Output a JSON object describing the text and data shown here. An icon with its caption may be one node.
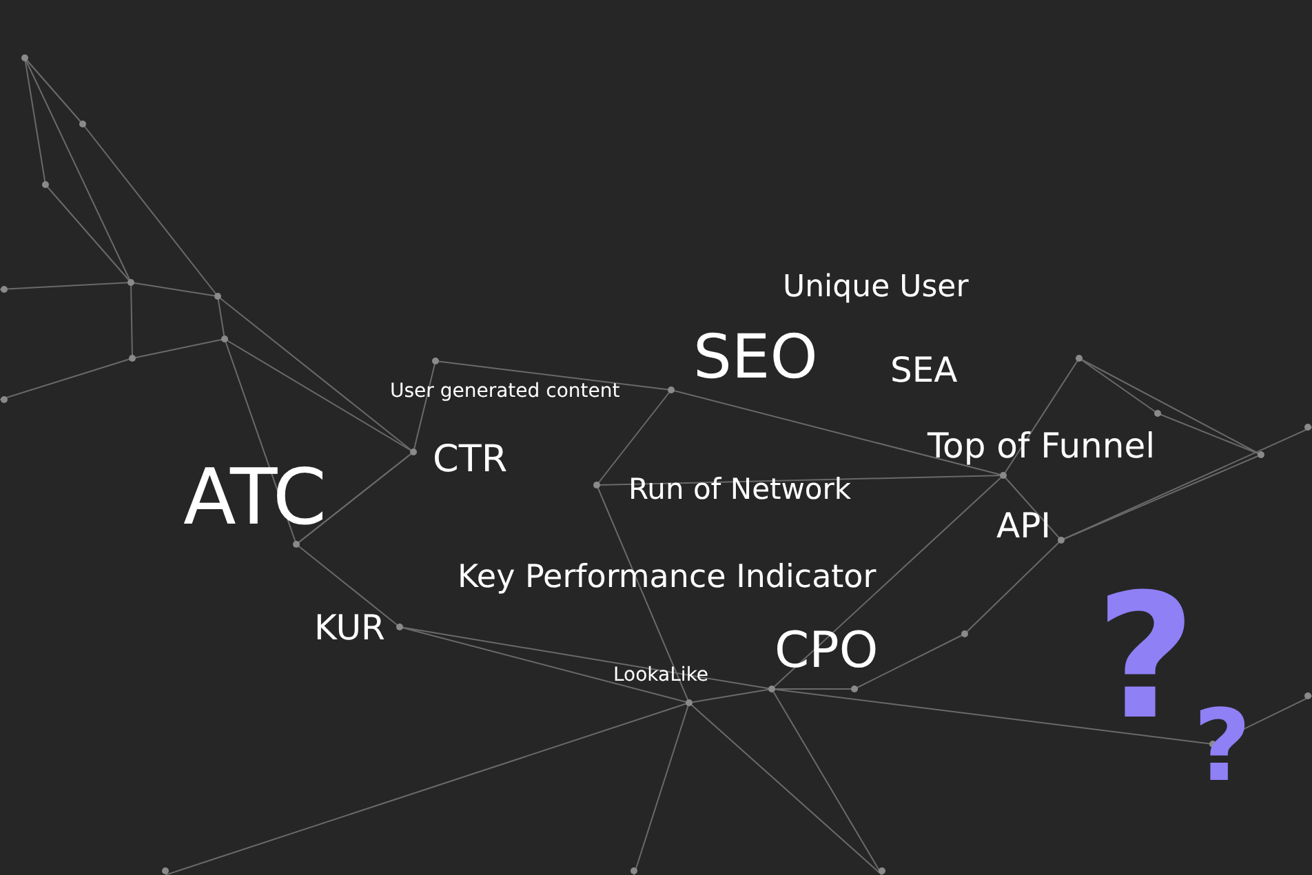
{
  "diagram": {
    "labels": [
      "Unique User",
      "SEO",
      "SEA",
      "User generated content",
      "Top of Funnel",
      "CTR",
      "ATC",
      "Run of Network",
      "API",
      "Key Performance Indicator",
      "KUR",
      "CPO",
      "LookaLike",
      "?",
      "?"
    ]
  }
}
